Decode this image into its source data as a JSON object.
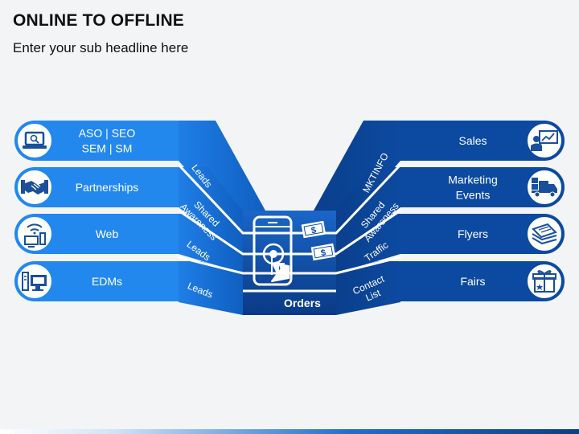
{
  "title": "ONLINE TO OFFLINE",
  "subtitle": "Enter your sub headline here",
  "left": [
    {
      "lines": [
        "ASO | SEO",
        "SEM | SM"
      ],
      "icon": "laptop-icon",
      "connector": "Leads"
    },
    {
      "lines": [
        "Partnerships"
      ],
      "icon": "handshake-icon",
      "connector": "Shared Awareness"
    },
    {
      "lines": [
        "Web"
      ],
      "icon": "computer-wifi-icon",
      "connector": "Leads"
    },
    {
      "lines": [
        "EDMs"
      ],
      "icon": "desktop-icon",
      "connector": "Leads"
    }
  ],
  "right": [
    {
      "lines": [
        "Sales"
      ],
      "icon": "presentation-icon",
      "connector": "MKTINFO"
    },
    {
      "lines": [
        "Marketing",
        "Events"
      ],
      "icon": "delivery-truck-icon",
      "connector": "Shared Awareness"
    },
    {
      "lines": [
        "Flyers"
      ],
      "icon": "flyers-icon",
      "connector": "Traffic"
    },
    {
      "lines": [
        "Fairs"
      ],
      "icon": "gift-box-icon",
      "connector": "Contact List"
    }
  ],
  "center": {
    "label": "Orders",
    "icons": [
      "smartphone-touch-icon",
      "dollar-bill-icon"
    ]
  },
  "colors": {
    "left_band": "#2288ee",
    "left_dark": "#1769c4",
    "right_band": "#0b4aa0",
    "right_dark": "#093a7d",
    "center": "#0d4fa6",
    "icon": "#1a4f9c"
  }
}
